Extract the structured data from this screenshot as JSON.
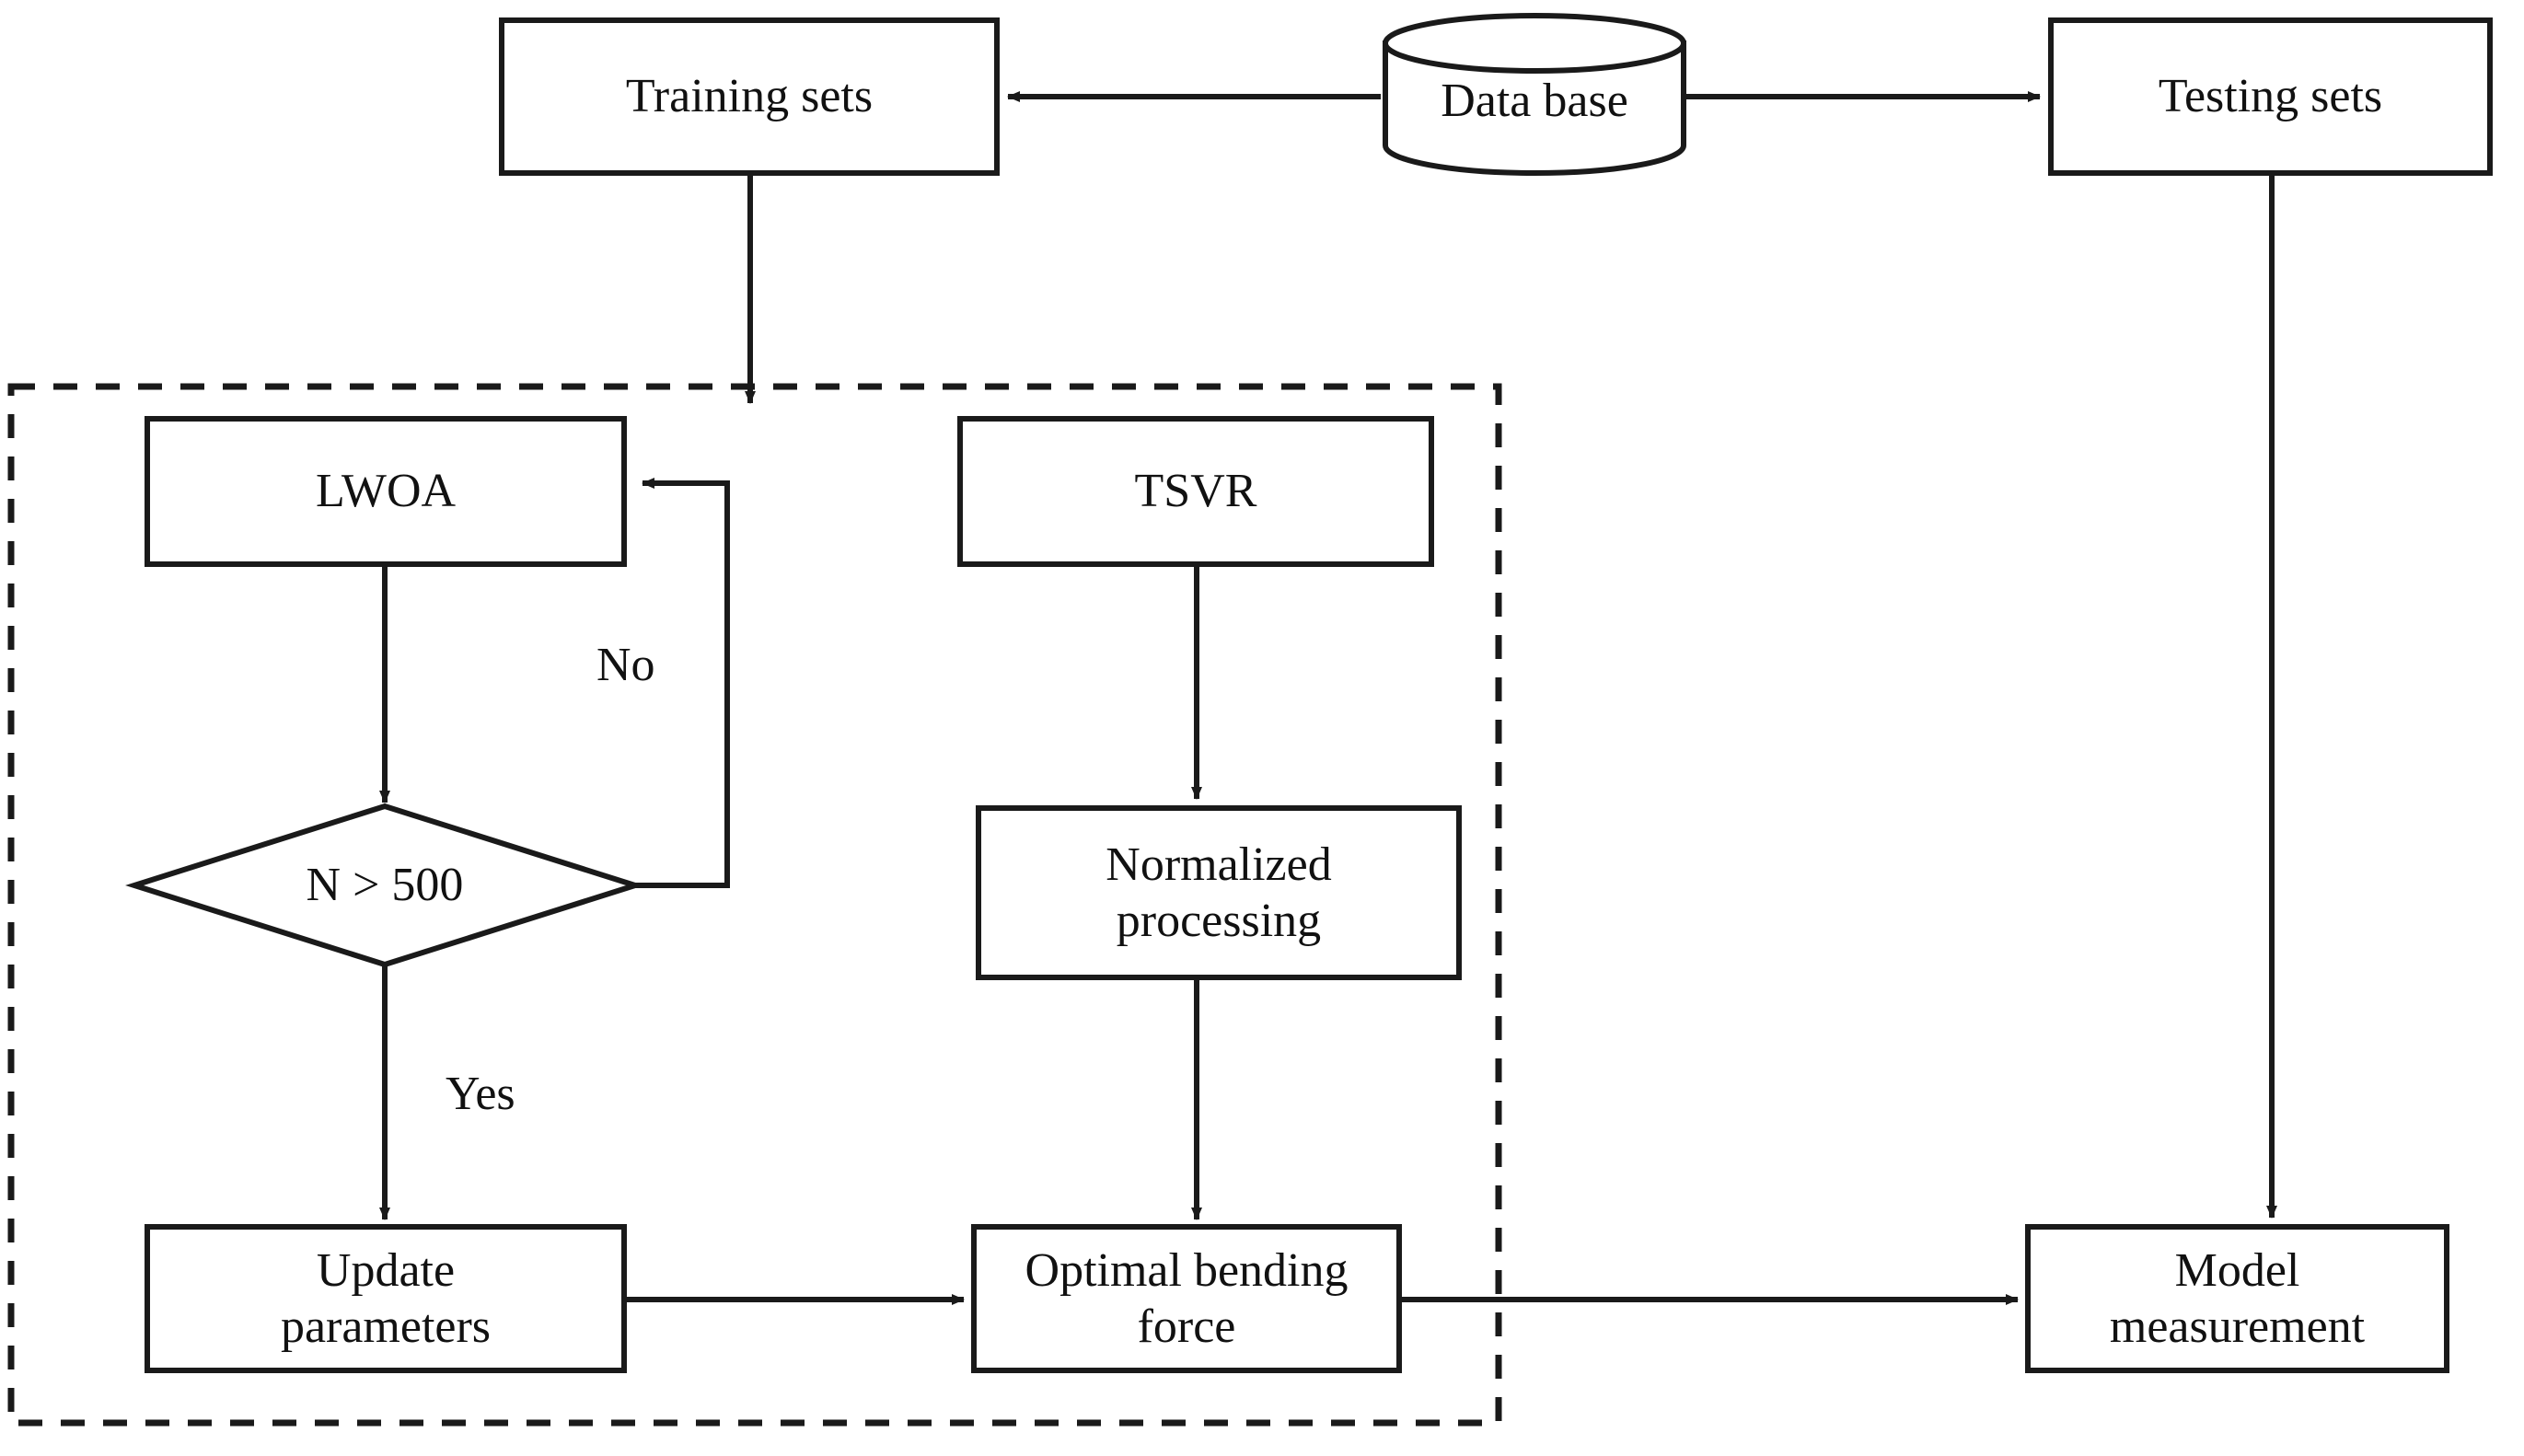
{
  "diagram": {
    "title": "LWOA-TSVR bending force prediction flowchart",
    "type": "flowchart",
    "background_color": "#ffffff",
    "stroke_color": "#1a1a1a",
    "text_color": "#111111"
  },
  "nodes": {
    "training_sets": {
      "label": "Training sets",
      "shape": "rect"
    },
    "data_base": {
      "label": "Data base",
      "shape": "cylinder"
    },
    "testing_sets": {
      "label": "Testing sets",
      "shape": "rect"
    },
    "lwoa": {
      "label": "LWOA",
      "shape": "rect"
    },
    "tsvr": {
      "label": "TSVR",
      "shape": "rect"
    },
    "decision": {
      "label": "N > 500",
      "shape": "diamond"
    },
    "normalized_processing": {
      "label": "Normalized\nprocessing",
      "shape": "rect"
    },
    "update_parameters": {
      "label": "Update\nparameters",
      "shape": "rect"
    },
    "optimal_bending_force": {
      "label": "Optimal bending\nforce",
      "shape": "rect"
    },
    "model_measurement": {
      "label": "Model\nmeasurement",
      "shape": "rect"
    }
  },
  "edge_labels": {
    "no": "No",
    "yes": "Yes"
  },
  "group": {
    "style": "dashed",
    "label": ""
  }
}
